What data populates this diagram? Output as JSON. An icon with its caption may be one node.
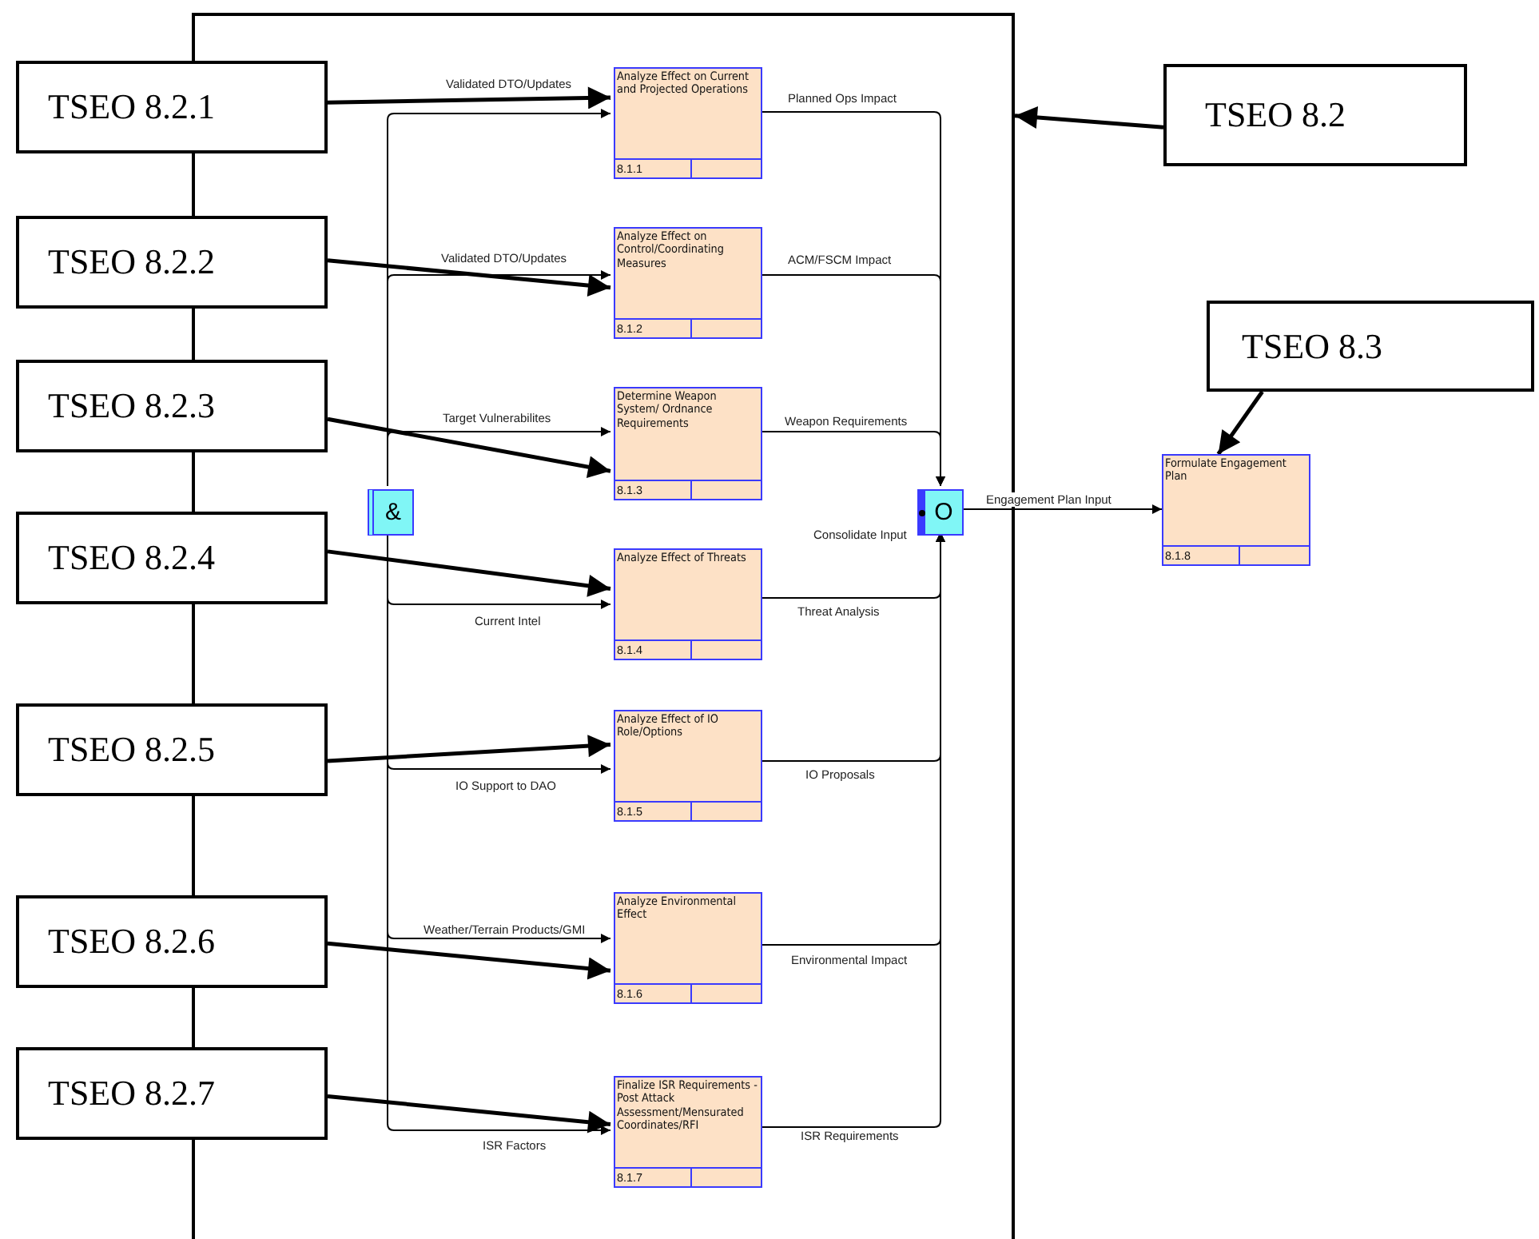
{
  "diagram": {
    "nodes": [
      {
        "text": [],
        "shape": "box"
      },
      {
        "text": [
          "Analyze Effect on Current and Projected Operations",
          "8.1.1"
        ],
        "in": 0
      },
      {
        "text": [
          "Analyze Effect on Control/Coordinating Measures",
          "8.1.2"
        ],
        "in": 0
      },
      {
        "text": [
          "Determine Weapon System/ Ordnance Requirements",
          "8.1.3"
        ],
        "in": 0
      },
      {
        "text": [
          "Analyze Effect of Threats",
          "8.1.4"
        ],
        "in": 0
      },
      {
        "text": [
          "Analyze Effect of IO Role/Options",
          "8.1.5"
        ],
        "in": 0
      },
      {
        "text": [
          "Analyze Environmental Effect",
          "8.1.6"
        ],
        "in": 0
      },
      {
        "text": [
          "Finalize ISR Requirements - Post Attack Assessment/Mensurated Coordinates/RFI",
          "8.1.7"
        ],
        "in": 0
      },
      {
        "text": [
          "&"
        ],
        "in": 0
      },
      {
        "text": [
          "O"
        ],
        "in": 0
      },
      {
        "text": [
          "TSEO 8.2.1"
        ]
      },
      {
        "text": [
          "TSEO 8.2.2"
        ]
      },
      {
        "text": [
          "TSEO 8.2.3"
        ]
      },
      {
        "text": [
          "TSEO 8.2.4"
        ]
      },
      {
        "text": [
          "TSEO 8.2.5"
        ]
      },
      {
        "text": [
          "TSEO 8.2.6"
        ]
      },
      {
        "text": [
          "TSEO 8.2.7"
        ]
      },
      {
        "text": [
          "TSEO 8.2"
        ]
      },
      {
        "text": [
          "TSEO 8.3"
        ]
      },
      {
        "text": [
          "Formulate Engagement Plan",
          "8.1.8"
        ]
      }
    ],
    "edges": [
      {
        "from": 8,
        "to": 1,
        "arrow": "to",
        "label": "Validated DTO/Updates"
      },
      {
        "from": 8,
        "to": 2,
        "arrow": "to",
        "label": "Validated DTO/Updates"
      },
      {
        "from": 8,
        "to": 3,
        "arrow": "to",
        "label": "Target Vulnerabilites"
      },
      {
        "from": 8,
        "to": 4,
        "arrow": "to",
        "label": "Current Intel"
      },
      {
        "from": 8,
        "to": 5,
        "arrow": "to",
        "label": "IO Support to DAO"
      },
      {
        "from": 8,
        "to": 6,
        "arrow": "to",
        "label": "Weather/Terrain Products/GMI"
      },
      {
        "from": 8,
        "to": 7,
        "arrow": "to",
        "label": "ISR Factors"
      },
      {
        "from": 1,
        "to": 9,
        "arrow": "to",
        "label": "Planned Ops Impact"
      },
      {
        "from": 2,
        "to": 9,
        "arrow": "to",
        "label": "ACM/FSCM Impact"
      },
      {
        "from": 3,
        "to": 9,
        "arrow": "to",
        "label": "Weapon Requirements"
      },
      {
        "from": 4,
        "to": 9,
        "arrow": "to",
        "label": "Threat Analysis"
      },
      {
        "from": 5,
        "to": 9,
        "arrow": "to",
        "label": "IO Proposals"
      },
      {
        "from": 6,
        "to": 9,
        "arrow": "to",
        "label": "Environmental Impact"
      },
      {
        "from": 7,
        "to": 9,
        "arrow": "to",
        "label": "ISR Requirements"
      },
      {
        "from": 9,
        "to": 19,
        "arrow": "to",
        "label": "Engagement Plan Input"
      },
      {
        "from": 10,
        "to": 1,
        "arrow": "to",
        "style": "thick"
      },
      {
        "from": 11,
        "to": 2,
        "arrow": "to",
        "style": "thick"
      },
      {
        "from": 12,
        "to": 3,
        "arrow": "to",
        "style": "thick"
      },
      {
        "from": 13,
        "to": 4,
        "arrow": "to",
        "style": "thick"
      },
      {
        "from": 14,
        "to": 5,
        "arrow": "to",
        "style": "thick"
      },
      {
        "from": 15,
        "to": 6,
        "arrow": "to",
        "style": "thick"
      },
      {
        "from": 16,
        "to": 7,
        "arrow": "to",
        "style": "thick"
      },
      {
        "from": 17,
        "to": 0,
        "arrow": "to",
        "style": "thick"
      },
      {
        "from": 18,
        "to": 19,
        "arrow": "to",
        "style": "thick"
      }
    ],
    "labels": [
      "Consolidate Input"
    ]
  }
}
